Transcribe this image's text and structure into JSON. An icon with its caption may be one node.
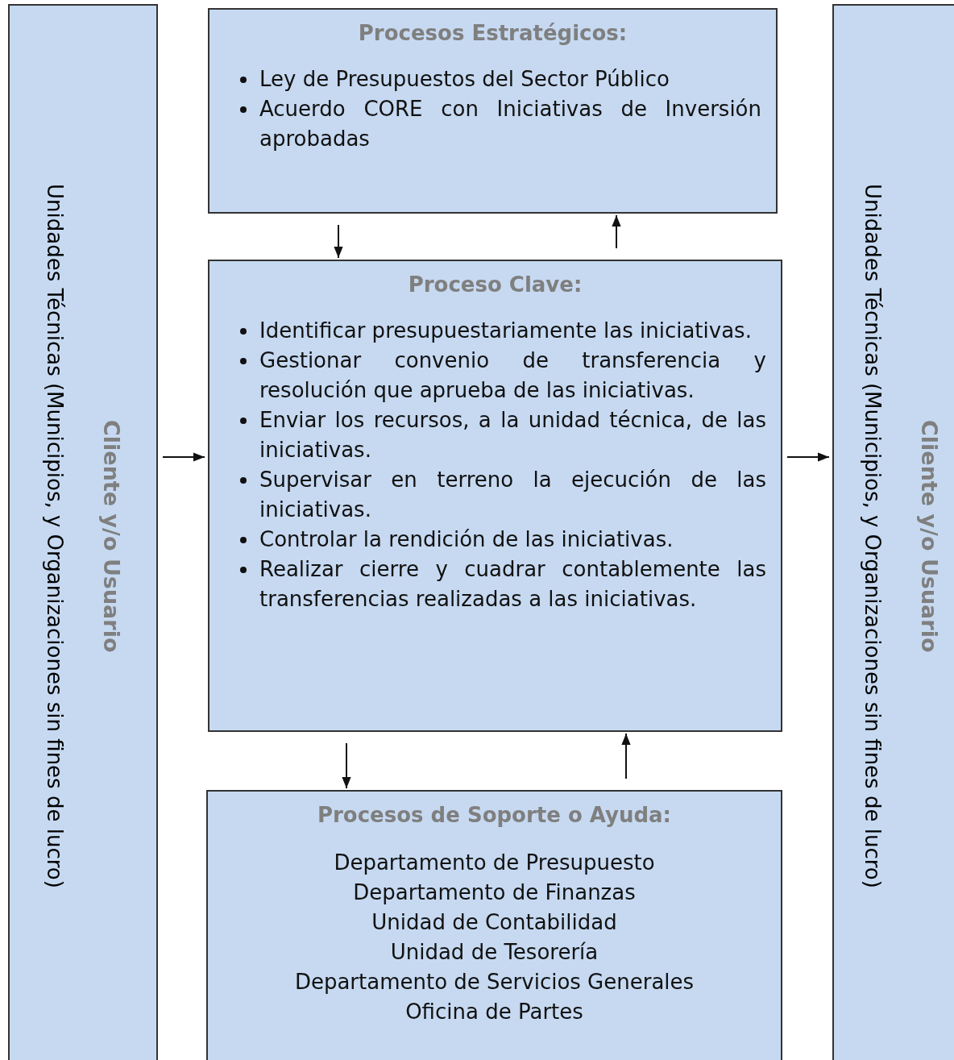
{
  "diagram": {
    "nodes": [
      {
        "text": [
          "Cliente y/o Usuario",
          "Unidades Técnicas (Municipios, y Organizaciones sin fines de lucro)"
        ]
      },
      {
        "text": [
          "Procesos Estratégicos:",
          "Ley de Presupuestos del Sector Público",
          "Acuerdo CORE con Iniciativas de Inversión aprobadas"
        ]
      },
      {
        "text": [
          "Proceso Clave:",
          "Identificar presupuestariamente las iniciativas.",
          "Gestionar convenio de transferencia y resolución que aprueba de las iniciativas.",
          "Enviar los recursos, a la unidad técnica, de las iniciativas.",
          "Supervisar en terreno la ejecución de las iniciativas.",
          "Controlar la rendición de las iniciativas.",
          "Realizar cierre y cuadrar contablemente las transferencias realizadas a las iniciativas."
        ]
      },
      {
        "text": [
          "Procesos de Soporte o Ayuda:",
          "Departamento de Presupuesto",
          "Departamento de Finanzas",
          "Unidad de Contabilidad",
          "Unidad de Tesorería",
          "Departamento de Servicios Generales",
          "Oficina de Partes"
        ]
      },
      {
        "text": [
          "Cliente y/o Usuario",
          "Unidades Técnicas (Municipios, y Organizaciones sin fines de lucro)"
        ]
      }
    ],
    "edges": [
      {
        "from": 0,
        "to": 2,
        "arrow": "to"
      },
      {
        "from": 2,
        "to": 4,
        "arrow": "to"
      },
      {
        "from": 1,
        "to": 2,
        "arrow": "to"
      },
      {
        "from": 2,
        "to": 1,
        "arrow": "to"
      },
      {
        "from": 2,
        "to": 3,
        "arrow": "to"
      },
      {
        "from": 3,
        "to": 2,
        "arrow": "to"
      }
    ]
  }
}
